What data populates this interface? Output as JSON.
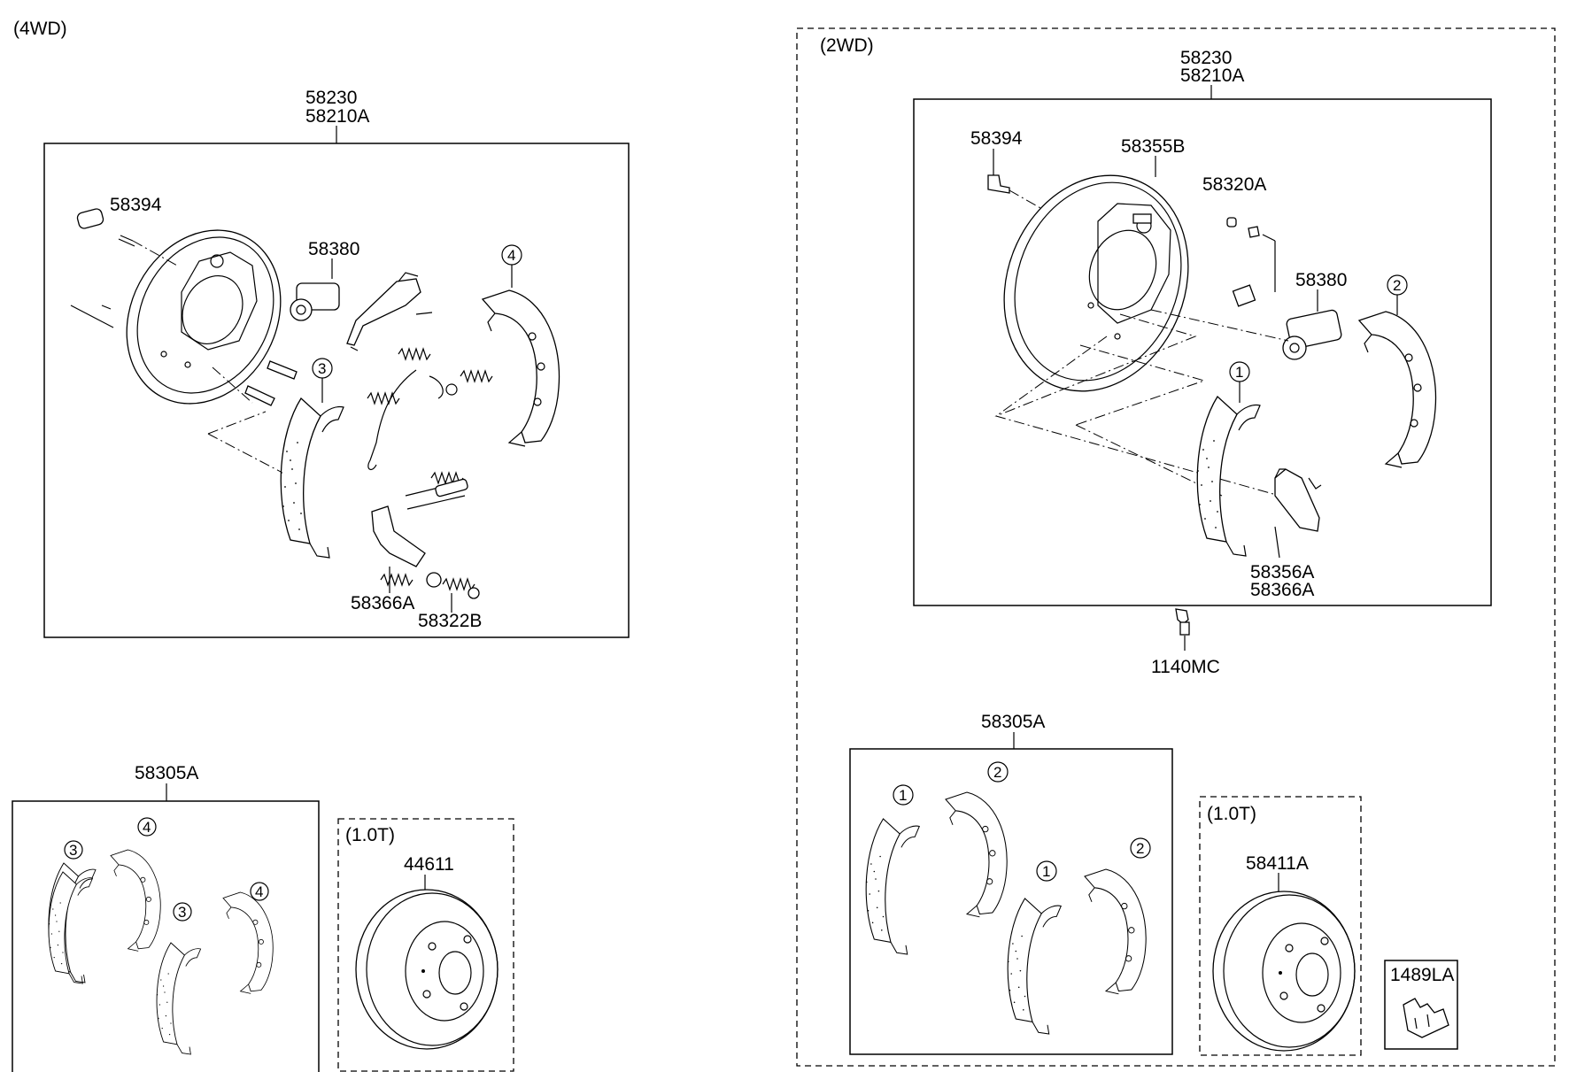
{
  "sections": {
    "four_wd": {
      "title": "(4WD)",
      "assembly": {
        "label_line1": "58230",
        "label_line2": "58210A"
      },
      "parts": {
        "p58394": "58394",
        "p58380": "58380",
        "p58366A": "58366A",
        "p58322B": "58322B"
      },
      "callouts": {
        "c3": "3",
        "c4": "4"
      },
      "shoe_kit": {
        "label": "58305A",
        "callouts": [
          "3",
          "4",
          "3",
          "4"
        ]
      },
      "drum": {
        "variant": "(1.0T)",
        "label": "44611"
      }
    },
    "two_wd": {
      "title": "(2WD)",
      "assembly": {
        "label_line1": "58230",
        "label_line2": "58210A"
      },
      "parts": {
        "p58394": "58394",
        "p58355B": "58355B",
        "p58320A": "58320A",
        "p58380": "58380",
        "p58356A": "58356A",
        "p58366A": "58366A",
        "p1140MC": "1140MC"
      },
      "callouts": {
        "c1": "1",
        "c2": "2"
      },
      "shoe_kit": {
        "label": "58305A",
        "callouts": [
          "1",
          "2",
          "1",
          "2"
        ]
      },
      "drum": {
        "variant": "(1.0T)",
        "label": "58411A"
      },
      "clip": {
        "label": "1489LA"
      }
    }
  },
  "icons": [
    "backing-plate-icon",
    "wheel-cylinder-icon",
    "brake-shoe-icon",
    "brake-drum-icon",
    "spring-icon",
    "bolt-icon",
    "clip-icon"
  ]
}
